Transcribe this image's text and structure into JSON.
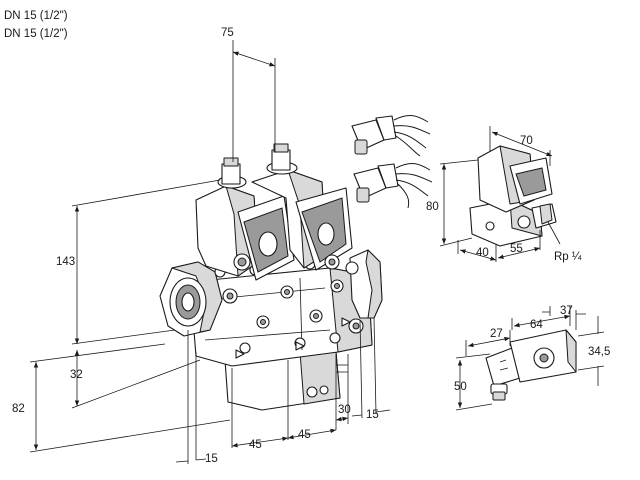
{
  "header": {
    "line1": "DN 15 (1/2\")",
    "line2": "DN 15 (1/2\")"
  },
  "dimensions": {
    "d75": "75",
    "d143": "143",
    "d32": "32",
    "d82": "82",
    "d15_bottom": "15",
    "d45_a": "45",
    "d45_b": "45",
    "d30": "30",
    "d15_right": "15",
    "d70": "70",
    "d80": "80",
    "d40": "40",
    "d55": "55",
    "rp": "Rp ¼",
    "d27": "27",
    "d64": "64",
    "d37": "37",
    "d34_5": "34,5",
    "d50": "50"
  }
}
